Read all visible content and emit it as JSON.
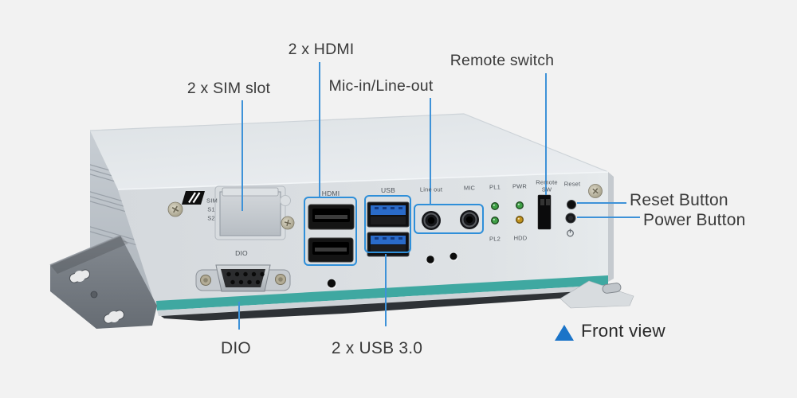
{
  "colors": {
    "background": "#f2f2f2",
    "callout-line": "#3e92d8",
    "callout-box": "#2f8fd9",
    "label-text": "#3a3a3a",
    "panel-text": "#50565c",
    "teal-stripe": "#3fa8a1",
    "triangle-blue": "#1b74c8",
    "usb-blue": "#2a6bc9",
    "led-green": "#3fa046",
    "led-amber": "#c2941f"
  },
  "callouts": {
    "sim_slot": "2 x SIM slot",
    "hdmi": "2 x HDMI",
    "mic_lineout": "Mic-in/Line-out",
    "remote_switch": "Remote switch",
    "reset_button": "Reset Button",
    "power_button": "Power Button",
    "dio": "DIO",
    "usb3": "2 x USB 3.0",
    "front_view": "Front view"
  },
  "panel_labels": {
    "sim": "SIM",
    "s1": "S1",
    "s2": "S2",
    "dio": "DIO",
    "hdmi": "HDMI",
    "usb": "USB",
    "line_out": "Line out",
    "mic": "MIC",
    "pl1": "PL1",
    "pl2": "PL2",
    "pwr": "PWR",
    "hdd": "HDD",
    "remote_1": "Remote",
    "remote_2": "SW",
    "reset": "Reset"
  }
}
